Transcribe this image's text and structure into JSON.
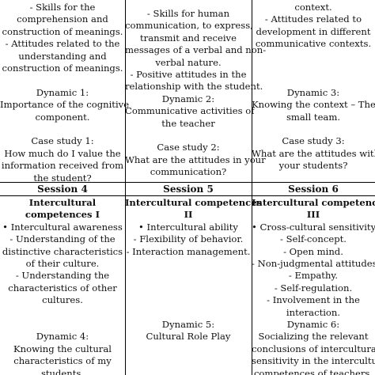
{
  "top": {
    "col1": [
      "- Skills for the",
      "comprehension and",
      "construction of meanings.",
      "- Attitudes related to the",
      "understanding and",
      "construction of meanings.",
      "",
      "Dynamic 1:",
      "Importance of the cognitive",
      "component.",
      "",
      "Case study 1:",
      "How much do I value the",
      "information received from",
      "the student?"
    ],
    "col2": [
      "- Skills for human",
      "communication, to express,",
      "transmit and receive",
      "messages of a verbal and non-",
      "verbal nature.",
      "- Positive attitudes in the",
      "relationship with the student.",
      "Dynamic 2:",
      "Communicative activities of",
      "the teacher",
      "",
      "Case study 2:",
      "What are the attitudes in your",
      "communication?"
    ],
    "col3": [
      "context.",
      "- Attitudes related to",
      "development in different",
      "communicative contexts.",
      "",
      "",
      "",
      "Dynamic 3:",
      "Knowing the context – The",
      "small team.",
      "",
      "Case study 3:",
      "What are the attitudes with",
      "your students?"
    ]
  },
  "sessions": {
    "s4": "Session 4",
    "s5": "Session 5",
    "s6": "Session 6"
  },
  "bottom": {
    "col1": {
      "title": [
        "Intercultural",
        "competences I"
      ],
      "items": [
        "• Intercultural awareness",
        "- Understanding of the",
        "distinctive characteristics",
        "of their culture.",
        "- Understanding the",
        "characteristics of other",
        "cultures.",
        "",
        "",
        "Dynamic 4:",
        "Knowing the cultural",
        "characteristics of my",
        "students."
      ]
    },
    "col2": {
      "title": [
        "Intercultural competences",
        "II"
      ],
      "items": [
        "• Intercultural ability",
        "- Flexibility of behavior.",
        "- Interaction management.",
        "",
        "",
        "",
        "",
        "",
        "Dynamic 5:",
        "Cultural Role Play"
      ]
    },
    "col3": {
      "title": [
        "Intercultural competences",
        "III"
      ],
      "items": [
        "• Cross-cultural sensitivity",
        "- Self-concept.",
        "- Open mind.",
        "- Non-judgmental attitudes.",
        "- Empathy.",
        "- Self-regulation.",
        "- Involvement in the",
        "interaction.",
        "Dynamic 6:",
        "Socializing the relevant",
        "conclusions of intercultural",
        "sensitivity in the intercultural",
        "competences of teachers."
      ]
    }
  }
}
